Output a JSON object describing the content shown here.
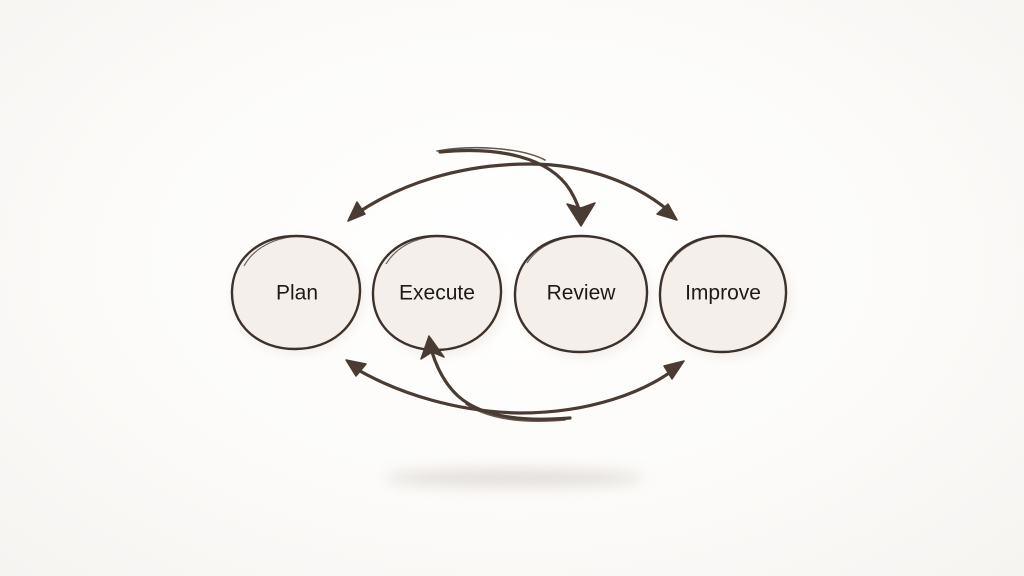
{
  "diagram": {
    "nodes": [
      {
        "id": "plan",
        "label": "Plan"
      },
      {
        "id": "execute",
        "label": "Execute"
      },
      {
        "id": "review",
        "label": "Review"
      },
      {
        "id": "improve",
        "label": "Improve"
      }
    ],
    "colors": {
      "stroke": "#3d312b",
      "node_fill": "#f4efea",
      "text": "#1e1a18",
      "background": "#fbfaf8"
    }
  }
}
